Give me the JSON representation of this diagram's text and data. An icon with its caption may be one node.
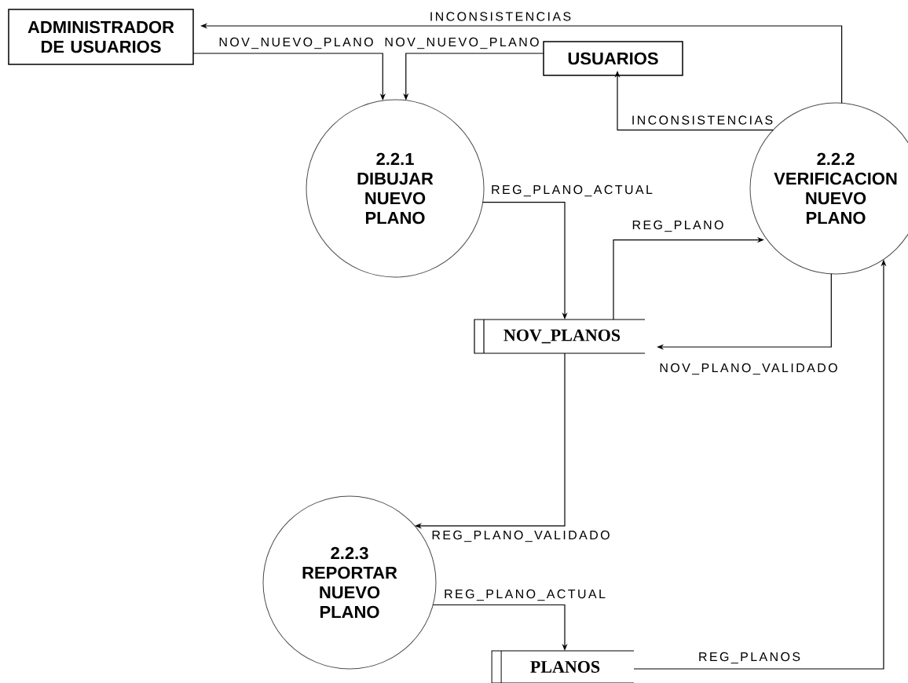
{
  "diagram": {
    "nodes": [
      {
        "text": [
          "ADMINISTRADOR DE USUARIOS"
        ]
      },
      {
        "text": [
          "USUARIOS"
        ]
      },
      {
        "text": [
          "2.2.1",
          "DIBUJAR NUEVO PLANO"
        ]
      },
      {
        "text": [
          "2.2.2",
          "VERIFICACION NUEVO PLANO"
        ]
      },
      {
        "text": [
          "NOV_PLANOS"
        ]
      },
      {
        "text": [
          "2.2.3",
          "REPORTAR NUEVO PLANO"
        ]
      },
      {
        "text": [
          "PLANOS"
        ]
      }
    ],
    "edges": [
      {
        "from": 0,
        "to": 2,
        "arrow": "to",
        "label": "NOV_NUEVO_PLANO"
      },
      {
        "from": 1,
        "to": 2,
        "arrow": "to",
        "label": "NOV_NUEVO_PLANO"
      },
      {
        "from": 3,
        "to": 0,
        "arrow": "to",
        "label": "INCONSISTENCIAS"
      },
      {
        "from": 3,
        "to": 1,
        "arrow": "to",
        "label": "INCONSISTENCIAS"
      },
      {
        "from": 2,
        "to": 4,
        "arrow": "to",
        "label": "REG_PLANO_ACTUAL"
      },
      {
        "from": 4,
        "to": 3,
        "arrow": "to",
        "label": "REG_PLANO"
      },
      {
        "from": 3,
        "to": 4,
        "arrow": "to",
        "label": "NOV_PLANO_VALIDADO"
      },
      {
        "from": 4,
        "to": 5,
        "arrow": "to",
        "label": "REG_PLANO_VALIDADO"
      },
      {
        "from": 5,
        "to": 6,
        "arrow": "to",
        "label": "REG_PLANO_ACTUAL"
      },
      {
        "from": 6,
        "to": 3,
        "arrow": "to",
        "label": "REG_PLANOS"
      }
    ]
  }
}
